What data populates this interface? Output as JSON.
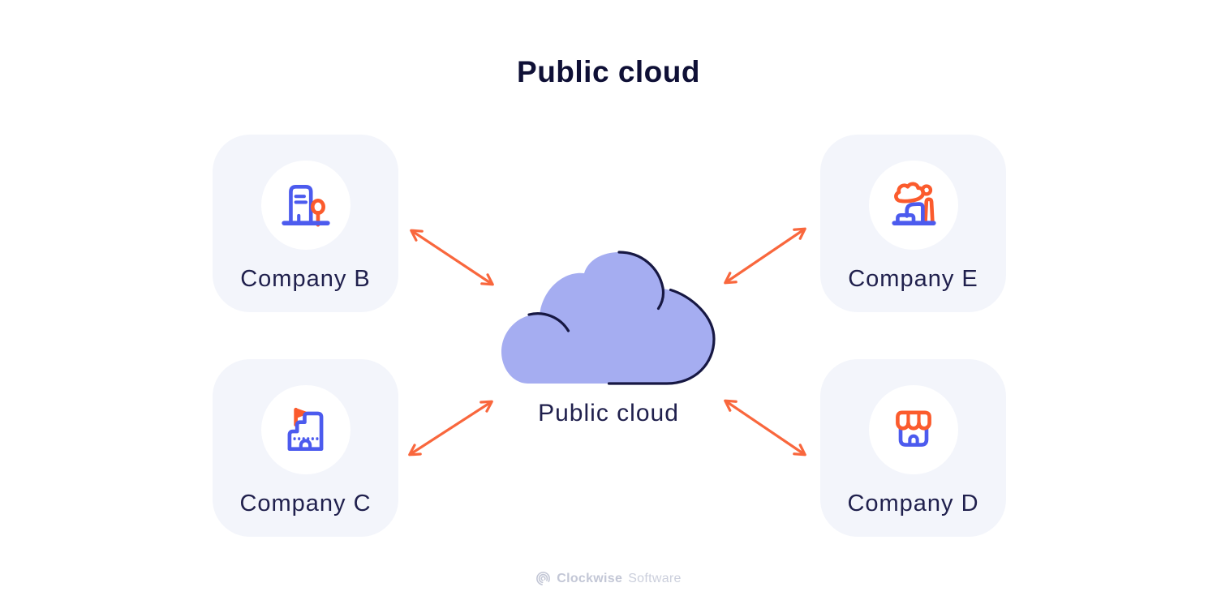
{
  "title": "Public cloud",
  "cloud": {
    "label": "Public cloud"
  },
  "companies": [
    {
      "name": "Company B",
      "icon": "office-building-icon",
      "position": "top-left"
    },
    {
      "name": "Company C",
      "icon": "fortress-icon",
      "position": "bottom-left"
    },
    {
      "name": "Company E",
      "icon": "factory-icon",
      "position": "top-right"
    },
    {
      "name": "Company D",
      "icon": "store-icon",
      "position": "bottom-right"
    }
  ],
  "connections": [
    {
      "from": "Company B",
      "to": "Public cloud",
      "bidirectional": true
    },
    {
      "from": "Company C",
      "to": "Public cloud",
      "bidirectional": true
    },
    {
      "from": "Company E",
      "to": "Public cloud",
      "bidirectional": true
    },
    {
      "from": "Company D",
      "to": "Public cloud",
      "bidirectional": true
    }
  ],
  "footer": {
    "brand_bold": "Clockwise",
    "brand_light": "Software"
  },
  "colors": {
    "accent_orange": "#F9673D",
    "icon_blue": "#4C5BEE",
    "navy_text": "#17173F",
    "cloud_fill": "#A5ADF1",
    "cloud_outline": "#171843",
    "card_background": "#F3F5FB",
    "footer_muted": "#C6CAD8"
  }
}
